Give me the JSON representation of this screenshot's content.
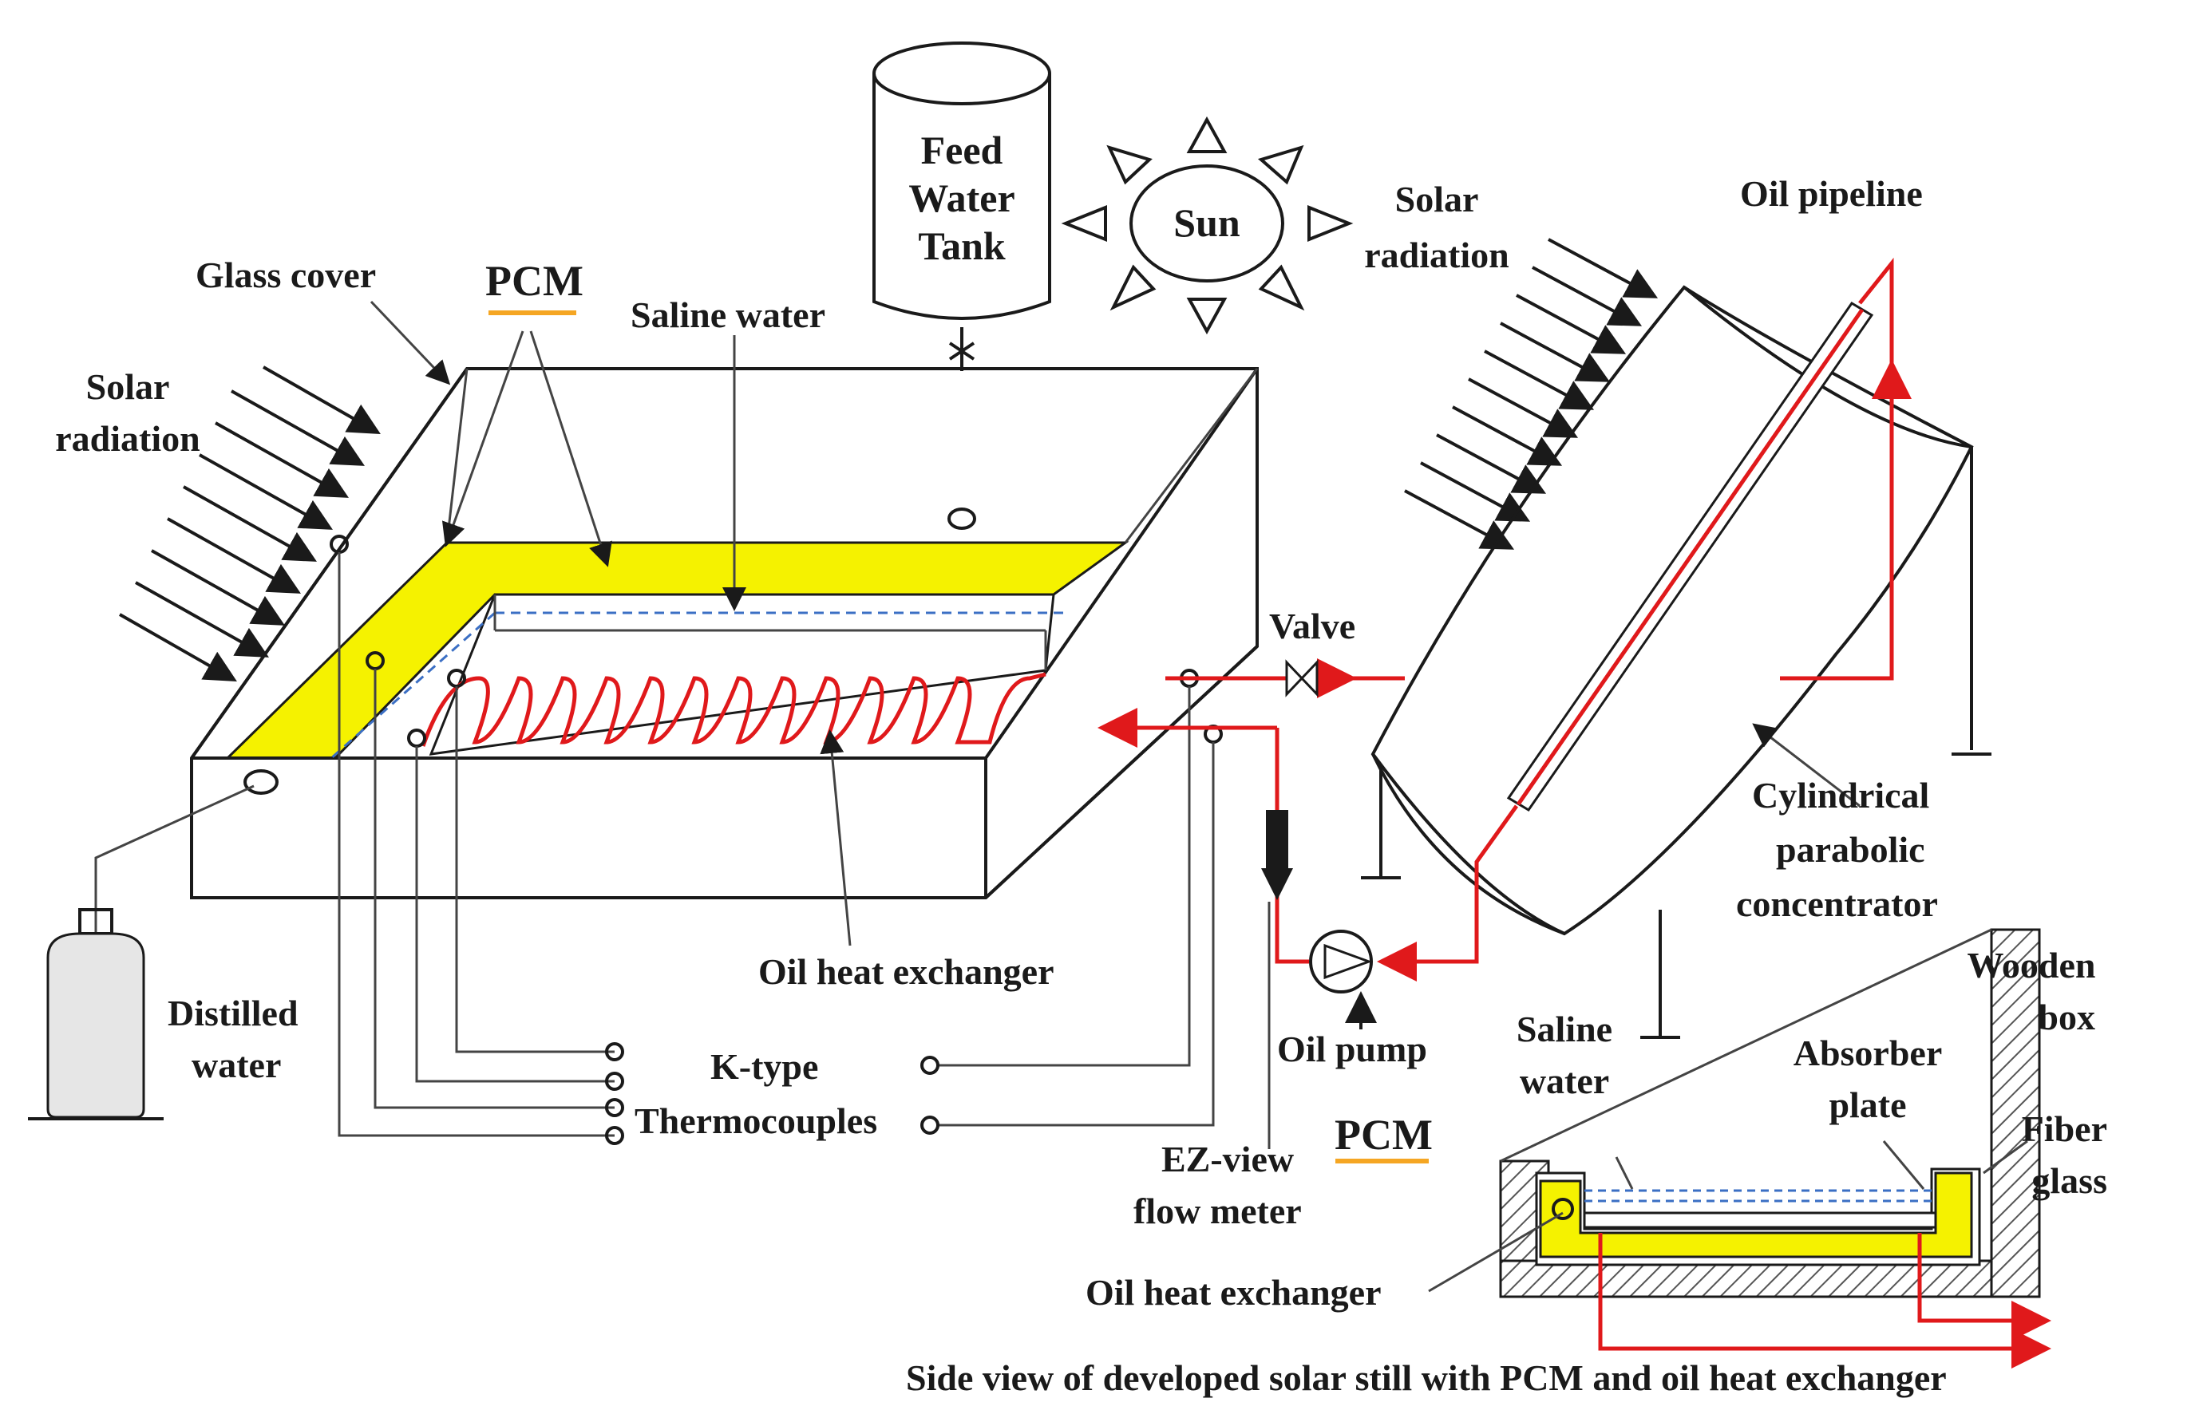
{
  "labels": {
    "feed_water_tank": [
      "Feed",
      "Water",
      "Tank"
    ],
    "sun": "Sun",
    "solar_radiation_left": [
      "Solar",
      "radiation"
    ],
    "solar_radiation_right": [
      "Solar",
      "radiation"
    ],
    "glass_cover": "Glass cover",
    "pcm_main": "PCM",
    "saline_water_main": "Saline water",
    "oil_pipeline": "Oil pipeline",
    "valve": "Valve",
    "cylindrical_parabolic_concentrator": [
      "Cylindrical",
      "parabolic",
      "concentrator"
    ],
    "oil_heat_exchanger_main": "Oil heat exchanger",
    "distilled_water": [
      "Distilled",
      "water"
    ],
    "k_type_thermocouples": [
      "K-type",
      "Thermocouples"
    ],
    "oil_pump": "Oil pump",
    "ez_view_flow_meter": [
      "EZ-view",
      "flow meter"
    ],
    "wooden_box": [
      "Wooden",
      "box"
    ],
    "saline_water_side": [
      "Saline",
      "water"
    ],
    "absorber_plate": [
      "Absorber",
      "plate"
    ],
    "fiber_glass": [
      "Fiber",
      "glass"
    ],
    "pcm_side": "PCM",
    "oil_heat_exchanger_side": "Oil heat exchanger",
    "caption": "Side view of developed solar still with PCM and oil heat exchanger"
  },
  "colors": {
    "pcm": "#f5f200",
    "oil_line": "#e0191b",
    "pcm_underline": "#f5a623",
    "water_level": "#3b6fc4",
    "outline": "#1a1a1a"
  }
}
